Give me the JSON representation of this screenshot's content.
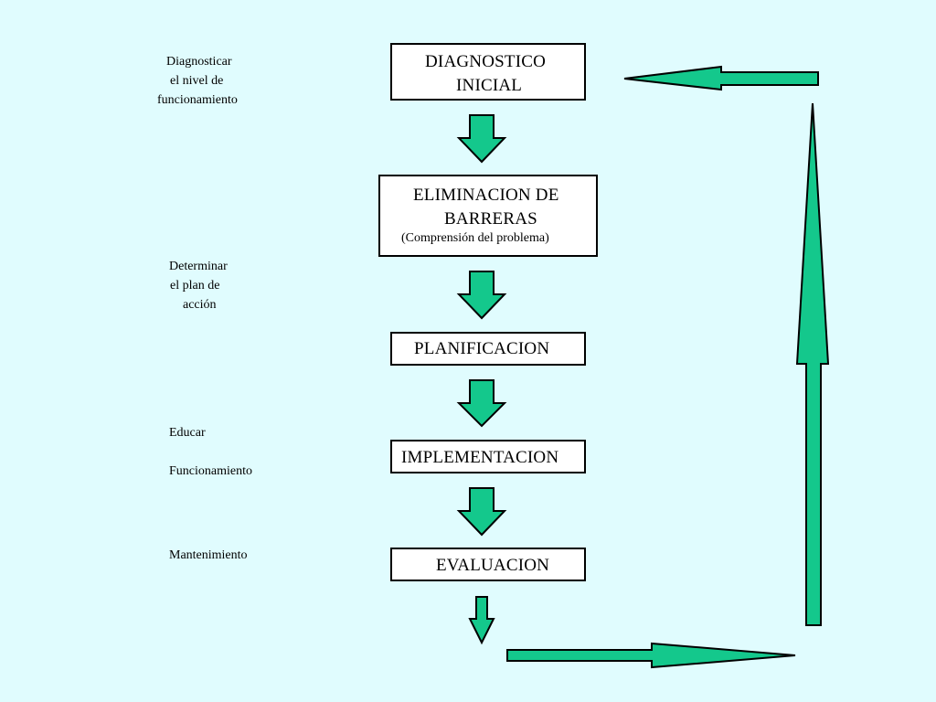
{
  "colors": {
    "background": "#e0fcfe",
    "arrow_fill": "#14c88c",
    "box_fill": "#ffffff",
    "stroke": "#000000"
  },
  "steps": [
    {
      "line1": "DIAGNOSTICO",
      "line2": "INICIAL"
    },
    {
      "line1": "ELIMINACION  DE",
      "line2": "BARRERAS",
      "sub": "(Comprensión  del  problema)"
    },
    {
      "line1": "PLANIFICACION"
    },
    {
      "line1": "IMPLEMENTACION"
    },
    {
      "line1": "EVALUACION"
    }
  ],
  "side_labels": {
    "diagnosticar": [
      "Diagnosticar",
      "el  nivel  de",
      "funcionamiento"
    ],
    "determinar": [
      "Determinar",
      "el  plan  de",
      "acción"
    ],
    "educar": [
      "Educar",
      "Funcionamiento"
    ],
    "mantenimiento": [
      "Mantenimiento"
    ]
  },
  "icons": {
    "down_arrows": "down-arrow-icon",
    "feedback_loop": "feedback-loop-arrow-icon"
  }
}
